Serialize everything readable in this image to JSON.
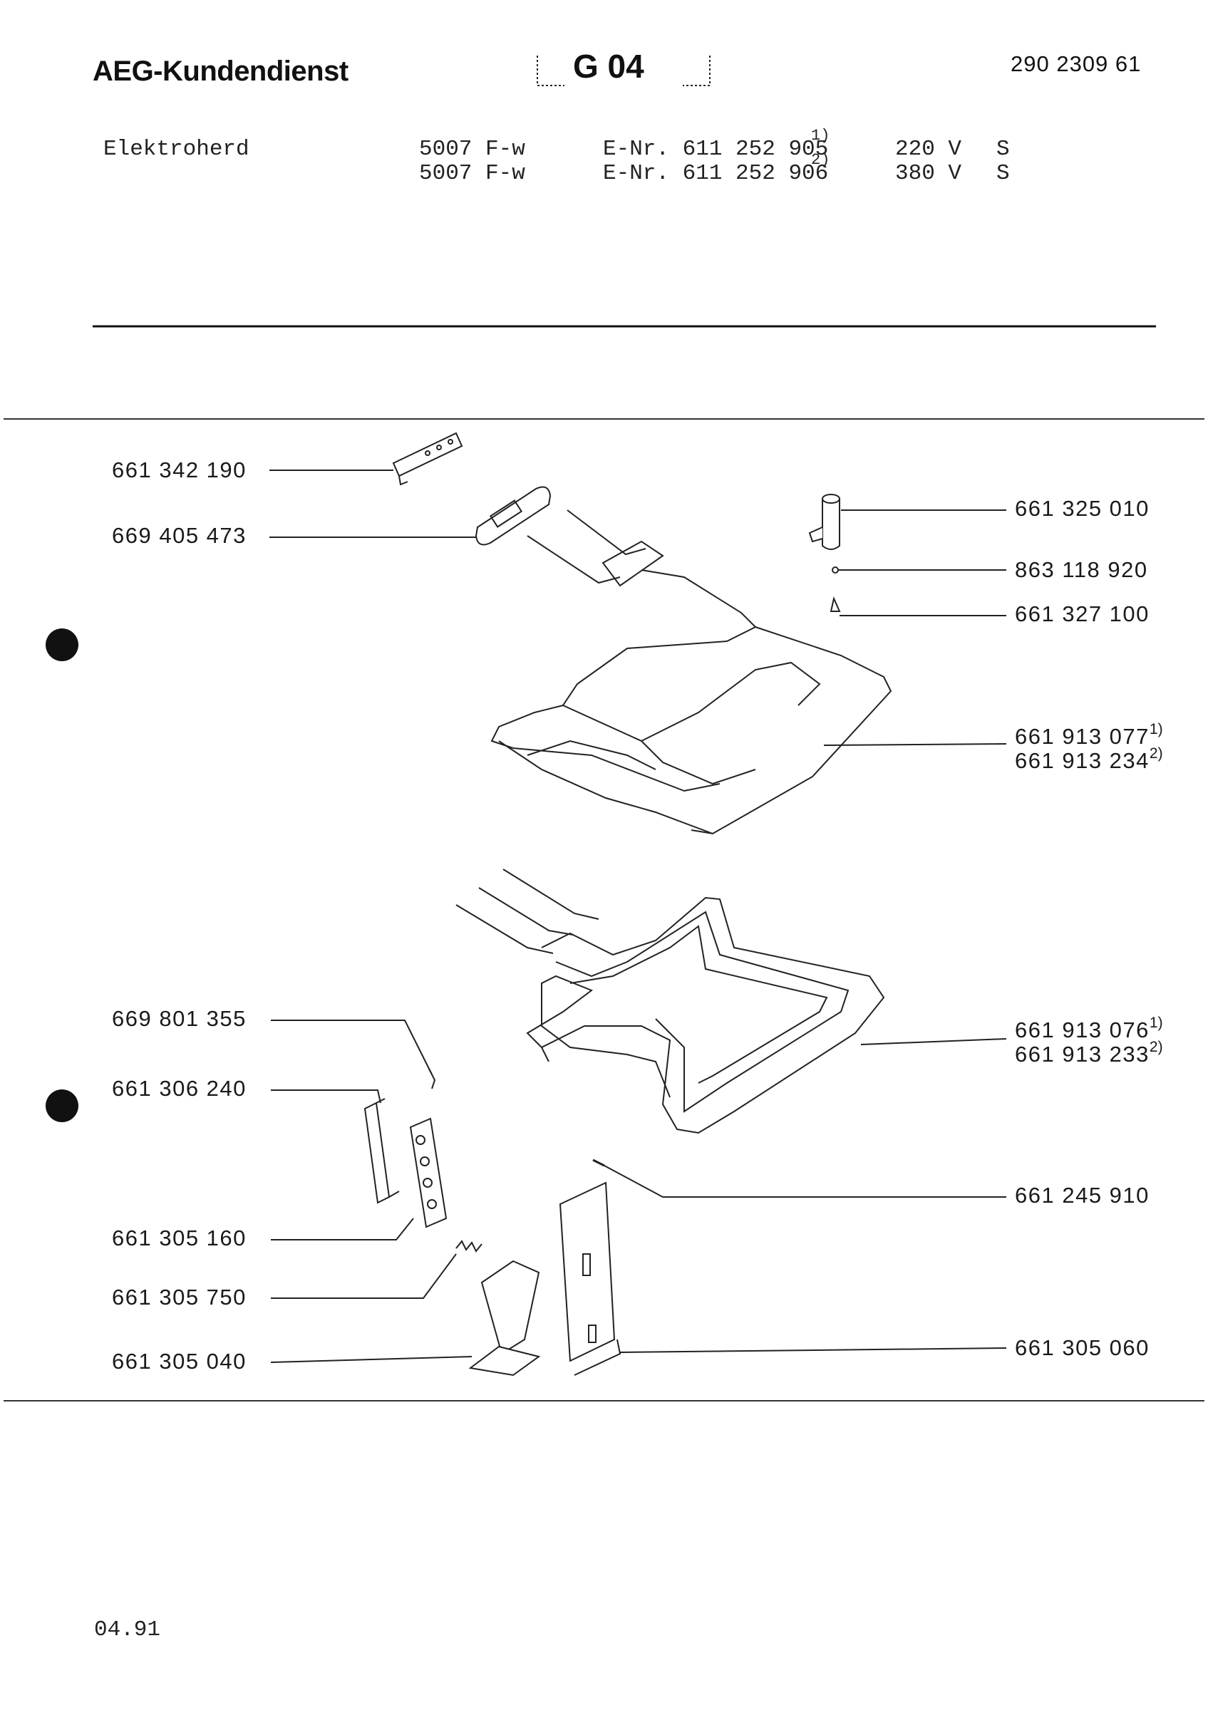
{
  "header": {
    "brand": "AEG-Kundendienst",
    "section_code": "G 04",
    "document_number": "290 2309 61"
  },
  "model_table": {
    "product": "Elektroherd",
    "rows": [
      {
        "model": "5007 F-w",
        "enr": "E-Nr. 611 252 905",
        "note": "1)",
        "voltage": "220 V",
        "flag": "S"
      },
      {
        "model": "5007 F-w",
        "enr": "E-Nr. 611 252 906",
        "note": "2)",
        "voltage": "380 V",
        "flag": "S"
      }
    ]
  },
  "parts": {
    "left": [
      "661 342 190",
      "669 405 473",
      "669 801 355",
      "661 306 240",
      "661 305 160",
      "661 305 750",
      "661 305 040"
    ],
    "right": [
      {
        "number": "661 325 010"
      },
      {
        "number": "863 118 920"
      },
      {
        "number": "661 327 100"
      },
      {
        "number": "661 913 077",
        "note": "1)"
      },
      {
        "number": "661 913 234",
        "note": "2)"
      },
      {
        "number": "661 913 076",
        "note": "1)"
      },
      {
        "number": "661 913 233",
        "note": "2)"
      },
      {
        "number": "661 245 910"
      },
      {
        "number": "661 305 060"
      }
    ]
  },
  "footer": {
    "date": "04.91"
  }
}
